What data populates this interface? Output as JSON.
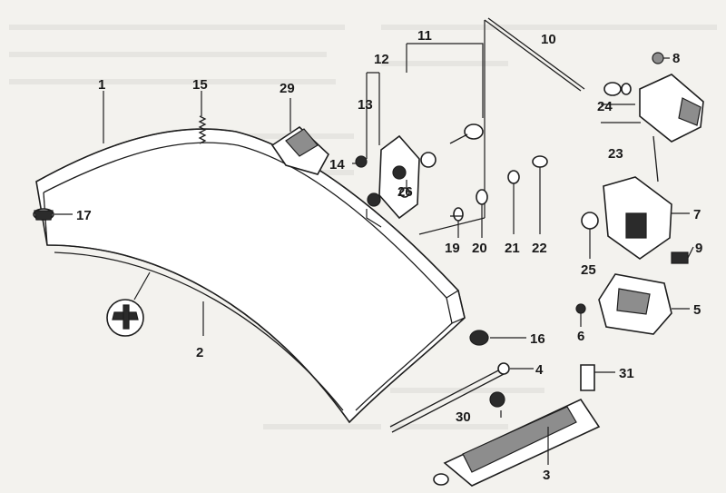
{
  "diagram": {
    "callouts": [
      {
        "id": "c1",
        "label": "1"
      },
      {
        "id": "c2",
        "label": "2"
      },
      {
        "id": "c3",
        "label": "3"
      },
      {
        "id": "c4",
        "label": "4"
      },
      {
        "id": "c5",
        "label": "5"
      },
      {
        "id": "c6",
        "label": "6"
      },
      {
        "id": "c7",
        "label": "7"
      },
      {
        "id": "c8",
        "label": "8"
      },
      {
        "id": "c9",
        "label": "9"
      },
      {
        "id": "c10",
        "label": "10"
      },
      {
        "id": "c11",
        "label": "11"
      },
      {
        "id": "c12",
        "label": "12"
      },
      {
        "id": "c13",
        "label": "13"
      },
      {
        "id": "c14",
        "label": "14"
      },
      {
        "id": "c15",
        "label": "15"
      },
      {
        "id": "c16",
        "label": "16"
      },
      {
        "id": "c17",
        "label": "17"
      },
      {
        "id": "c19",
        "label": "19"
      },
      {
        "id": "c20",
        "label": "20"
      },
      {
        "id": "c21",
        "label": "21"
      },
      {
        "id": "c22",
        "label": "22"
      },
      {
        "id": "c23",
        "label": "23"
      },
      {
        "id": "c24",
        "label": "24"
      },
      {
        "id": "c25",
        "label": "25"
      },
      {
        "id": "c26",
        "label": "26"
      },
      {
        "id": "c29",
        "label": "29"
      },
      {
        "id": "c30",
        "label": "30"
      },
      {
        "id": "c31",
        "label": "31"
      }
    ]
  }
}
